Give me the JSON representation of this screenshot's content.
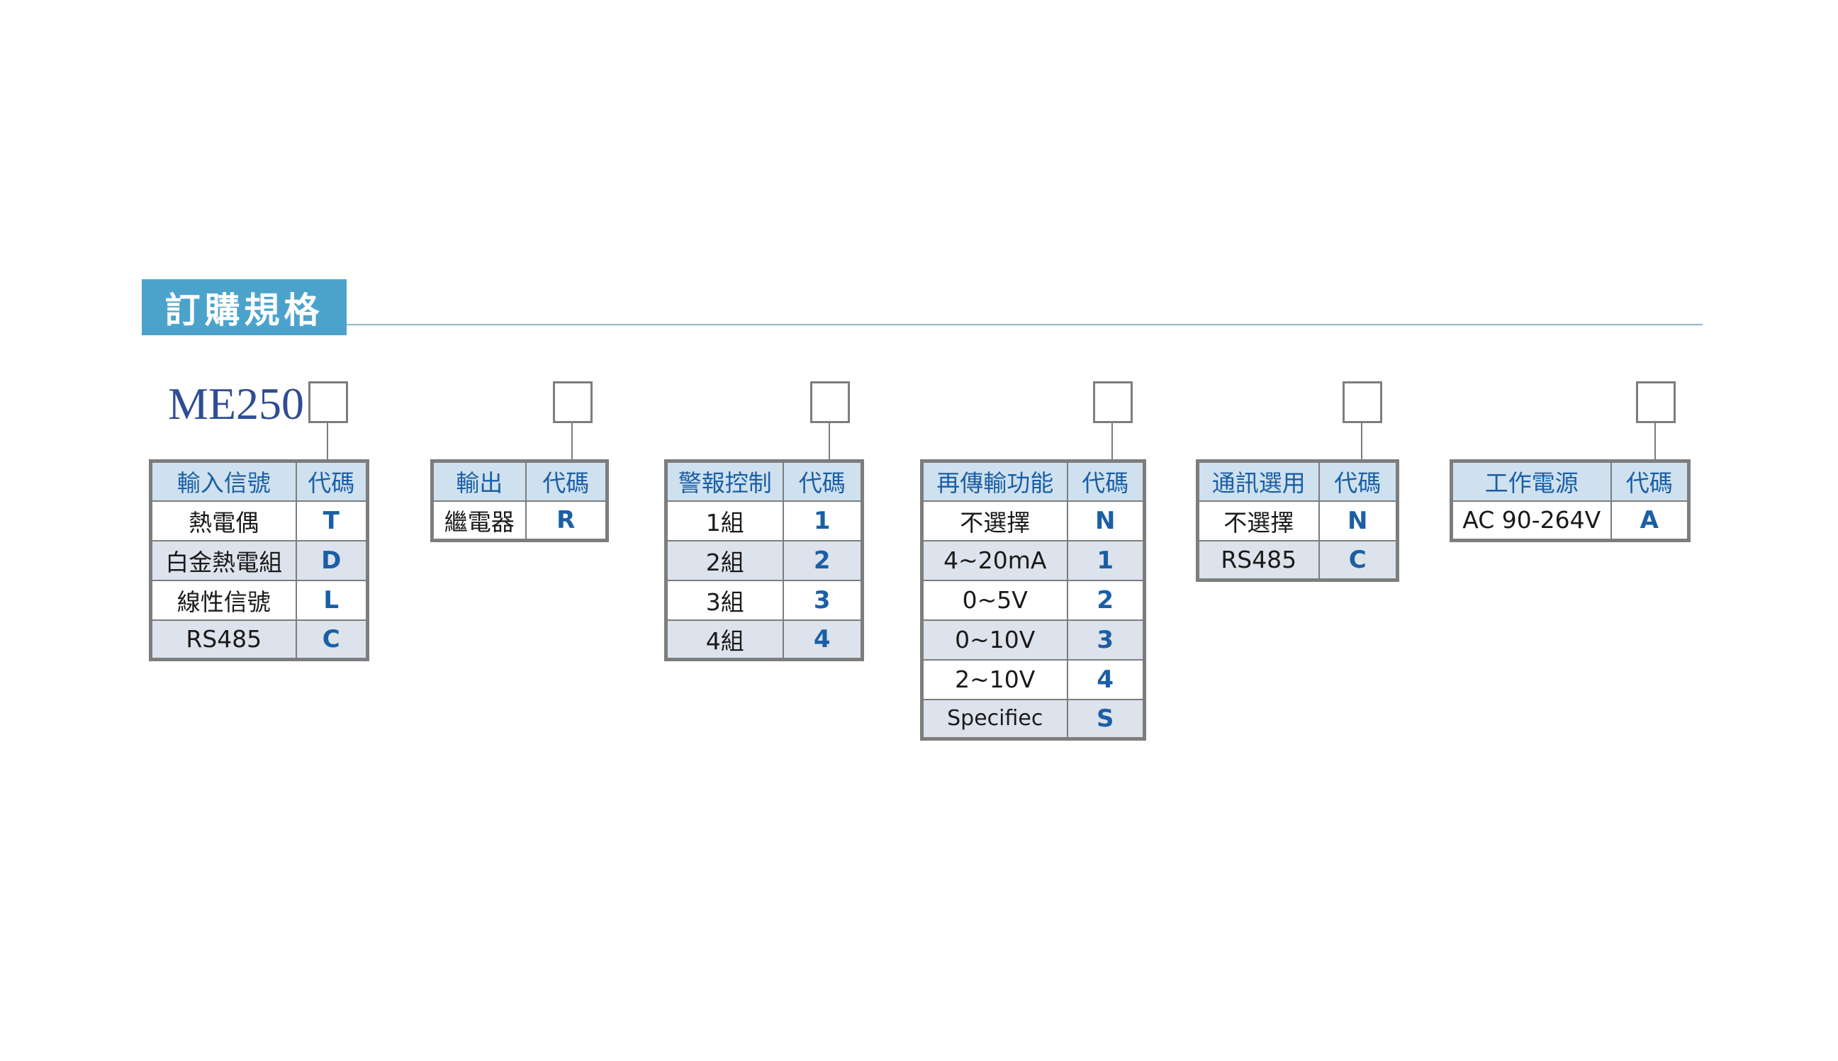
{
  "heading": "訂購規格",
  "model": "ME250",
  "groups": [
    {
      "header": [
        "輸入信號",
        "代碼"
      ],
      "rows": [
        {
          "label": "熱電偶",
          "code": "T"
        },
        {
          "label": "白金熱電組",
          "code": "D"
        },
        {
          "label": "線性信號",
          "code": "L"
        },
        {
          "label": "RS485",
          "code": "C"
        }
      ]
    },
    {
      "header": [
        "輸出",
        "代碼"
      ],
      "rows": [
        {
          "label": "繼電器",
          "code": "R"
        }
      ]
    },
    {
      "header": [
        "警報控制",
        "代碼"
      ],
      "rows": [
        {
          "label": "1組",
          "code": "1"
        },
        {
          "label": "2組",
          "code": "2"
        },
        {
          "label": "3組",
          "code": "3"
        },
        {
          "label": "4組",
          "code": "4"
        }
      ]
    },
    {
      "header": [
        "再傳輸功能",
        "代碼"
      ],
      "rows": [
        {
          "label": "不選擇",
          "code": "N"
        },
        {
          "label": "4~20mA",
          "code": "1"
        },
        {
          "label": "0~5V",
          "code": "2"
        },
        {
          "label": "0~10V",
          "code": "3"
        },
        {
          "label": "2~10V",
          "code": "4"
        },
        {
          "label": "Specifiec",
          "code": "S"
        }
      ]
    },
    {
      "header": [
        "通訊選用",
        "代碼"
      ],
      "rows": [
        {
          "label": "不選擇",
          "code": "N"
        },
        {
          "label": "RS485",
          "code": "C"
        }
      ]
    },
    {
      "header": [
        "工作電源",
        "代碼"
      ],
      "rows": [
        {
          "label": "AC 90-264V",
          "code": "A"
        }
      ]
    }
  ],
  "colors": {
    "heading_bg": "#4ba3cc",
    "model_text": "#2f4d95",
    "header_bg": "#cfe1ee",
    "header_text": "#1b5fa6",
    "code_text": "#1b5fa6",
    "row_alt_bg": "#dde3ec",
    "border": "#7d7d7d"
  }
}
